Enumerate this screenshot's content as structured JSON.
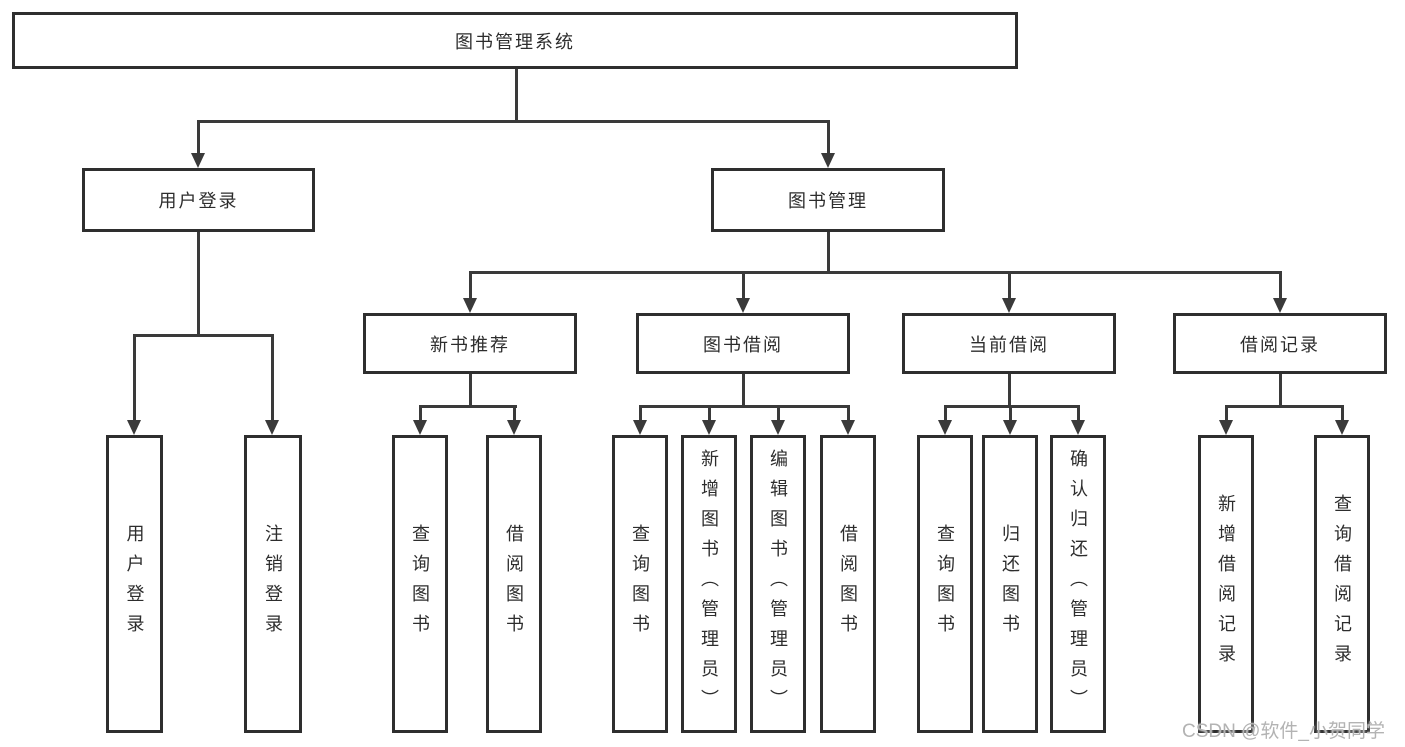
{
  "diagram": {
    "root": {
      "label": "图书管理系统"
    },
    "level2": [
      {
        "label": "用户登录"
      },
      {
        "label": "图书管理"
      }
    ],
    "level3": [
      {
        "label": "新书推荐"
      },
      {
        "label": "图书借阅"
      },
      {
        "label": "当前借阅"
      },
      {
        "label": "借阅记录"
      }
    ],
    "leaves": {
      "user_login": [
        "用户登录",
        "注销登录"
      ],
      "new_book": [
        "查询图书",
        "借阅图书"
      ],
      "borrow": [
        "查询图书",
        "新增图书（管理员）",
        "编辑图书（管理员）",
        "借阅图书"
      ],
      "current": [
        "查询图书",
        "归还图书",
        "确认归还（管理员）"
      ],
      "records": [
        "新增借阅记录",
        "查询借阅记录"
      ]
    }
  },
  "watermark": "CSDN @软件_小贺同学",
  "colors": {
    "line": "#3a3a3a",
    "box_border": "#2e2e2e",
    "text": "#2d2d2d",
    "watermark": "#b3b3b3"
  }
}
